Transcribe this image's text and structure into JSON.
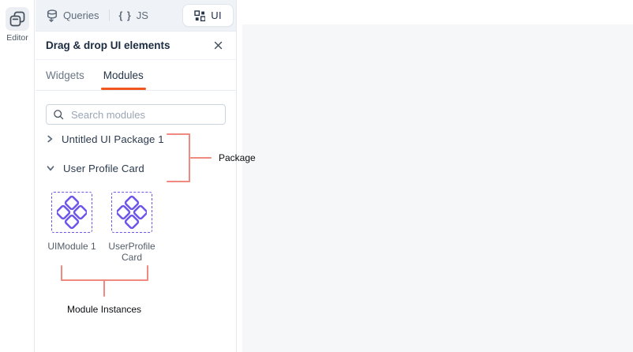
{
  "colors": {
    "accent_orange": "#F0561D",
    "module_purple": "#6C55E9",
    "annotation_red": "#F08A7E",
    "canvas_gray": "#F6F7F9",
    "topbar_gray": "#EFF2F6"
  },
  "rail": {
    "editor": {
      "label": "Editor",
      "icon": "pages-icon"
    }
  },
  "topbar": {
    "tabs": [
      {
        "label": "Queries",
        "icon": "database-icon",
        "active": false
      },
      {
        "label": "JS",
        "glyph": "{ }",
        "icon": "braces-icon",
        "active": false
      },
      {
        "label": "UI",
        "icon": "grid-icon",
        "active": true
      }
    ]
  },
  "panel": {
    "title": "Drag & drop UI elements",
    "close_icon": "close-icon",
    "tabs": [
      {
        "label": "Widgets",
        "active": false
      },
      {
        "label": "Modules",
        "active": true
      }
    ],
    "search": {
      "placeholder": "Search modules",
      "icon": "search-icon"
    },
    "tree": [
      {
        "label": "Untitled UI Package 1",
        "state": "collapsed",
        "icon": "chevron-right-icon"
      },
      {
        "label": "User Profile Card",
        "state": "expanded",
        "icon": "chevron-down-icon"
      }
    ],
    "modules": [
      {
        "label": "UIModule 1",
        "icon": "module-diamonds-icon"
      },
      {
        "label": "UserProfileCard",
        "icon": "module-diamonds-icon"
      }
    ]
  },
  "annotations": {
    "package": {
      "label": "Package"
    },
    "instances": {
      "label": "Module Instances"
    }
  }
}
